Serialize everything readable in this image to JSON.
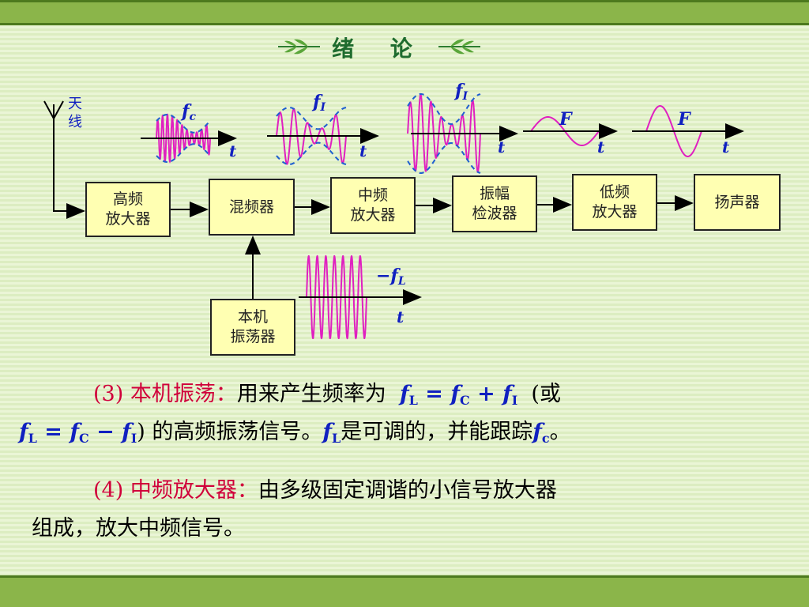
{
  "slide_title": "绪  论",
  "antenna_label": [
    "天",
    "线"
  ],
  "blocks": {
    "rf_amp": "高频\n放大器",
    "mixer": "混频器",
    "if_amp": "中频\n放大器",
    "detector": "振幅\n检波器",
    "af_amp": "低频\n放大器",
    "speaker": "扬声器",
    "local_osc": "本机\n振荡器"
  },
  "waveform_labels": {
    "fc": "f",
    "fc_sub": "c",
    "fi1": "f",
    "fi1_sub": "I",
    "fi2": "f",
    "fi2_sub": "I",
    "F1": "F",
    "F2": "F",
    "fl_prefix": "−f",
    "fl_sub": "L",
    "t": "t"
  },
  "paragraph3": {
    "label": "(3) 本机振荡：",
    "text1": "用来产生频率为",
    "eq_f1": "f",
    "eq_s1": "L",
    "eq_op1": " = ",
    "eq_f2": "f",
    "eq_s2": "C",
    "eq_op2": " + ",
    "eq_f3": "f",
    "eq_s3": "I",
    "or_open": "(或",
    "eq2_f1": "f",
    "eq2_s1": "L",
    "eq2_op1": " = ",
    "eq2_f2": "f",
    "eq2_s2": "C",
    "eq2_op2": " − ",
    "eq2_f3": "f",
    "eq2_s3": "I",
    "close": ")",
    "text2": " 的高频振荡信号。",
    "fl": "f",
    "fl_sub": "L",
    "text3": "是可调的，并能跟踪",
    "fc": "f",
    "fc_sub": "c",
    "end": "。"
  },
  "paragraph4": {
    "label": "(4) 中频放大器：",
    "text1": "由多级固定调谐的小信号放大器",
    "text2": "组成，放大中频信号。"
  },
  "colors": {
    "box_fill": "#ffffb2",
    "wave": "#e020c0",
    "envelope": "#2060d0",
    "label_blue": "#1020c0",
    "red_text": "#d0003a",
    "band_green": "#8bb54a"
  }
}
